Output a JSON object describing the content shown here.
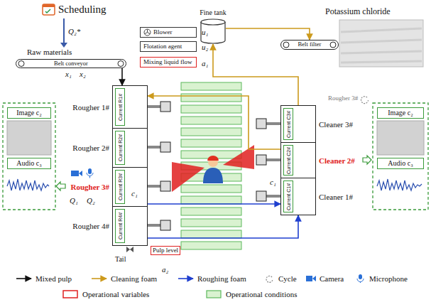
{
  "diagram": {
    "nodes": [
      {
        "text": [
          "Blower"
        ]
      },
      {
        "text": [
          "Flotation agent"
        ]
      },
      {
        "text": [
          "Mixing liquid flow"
        ]
      },
      {
        "text": [
          "Fine tank"
        ]
      },
      {
        "text": [
          "Belt conveyor"
        ]
      },
      {
        "text": [
          "Belt filter"
        ]
      },
      {
        "text": [
          "Rougher 1#",
          "Current R1#"
        ]
      },
      {
        "text": [
          "Rougher 2#",
          "Current R2#"
        ]
      },
      {
        "text": [
          "Rougher 3#",
          "Current R3#"
        ]
      },
      {
        "text": [
          "Rougher 4#",
          "Current R4#"
        ]
      },
      {
        "text": [
          "Pulp level"
        ]
      },
      {
        "text": [
          "Cleaner 3#",
          "Current C3#"
        ]
      },
      {
        "text": [
          "Cleaner 2#",
          "Current C2#"
        ]
      },
      {
        "text": [
          "Cleaner 1#",
          "Current C1#"
        ]
      },
      {
        "text": [
          "Image c₂"
        ]
      },
      {
        "text": [
          "Audio c₃"
        ]
      },
      {
        "text": [
          "Image c₂"
        ]
      },
      {
        "text": [
          "Audio c₃"
        ]
      }
    ],
    "edges": [
      {
        "from": 4,
        "to": 6,
        "arrow": "to"
      },
      {
        "from": 11,
        "to": 3,
        "arrow": "to"
      },
      {
        "from": 3,
        "to": 5,
        "arrow": "to"
      },
      {
        "from": 9,
        "to": 13,
        "arrow": "to"
      },
      {
        "from": 8,
        "to": 13,
        "arrow": "to"
      },
      {
        "from": 12,
        "to": 6,
        "arrow": "to"
      }
    ],
    "labels": [
      "Scheduling",
      "Q₂*",
      "Raw materials",
      "x₁",
      "x₂",
      "u₁",
      "u₂",
      "a₁",
      "Potassium chloride",
      "Rougher 3#",
      "Q₁",
      "Q₂",
      "c₁",
      "c₁",
      "a₂",
      "Tail"
    ],
    "legend": [
      {
        "text": "Mixed pulp"
      },
      {
        "text": "Cleaning foam"
      },
      {
        "text": "Roughing foam"
      },
      {
        "text": "Cycle"
      },
      {
        "text": "Camera"
      },
      {
        "text": "Microphone"
      },
      {
        "text": "Operational variables"
      },
      {
        "text": "Operational conditions"
      }
    ]
  }
}
